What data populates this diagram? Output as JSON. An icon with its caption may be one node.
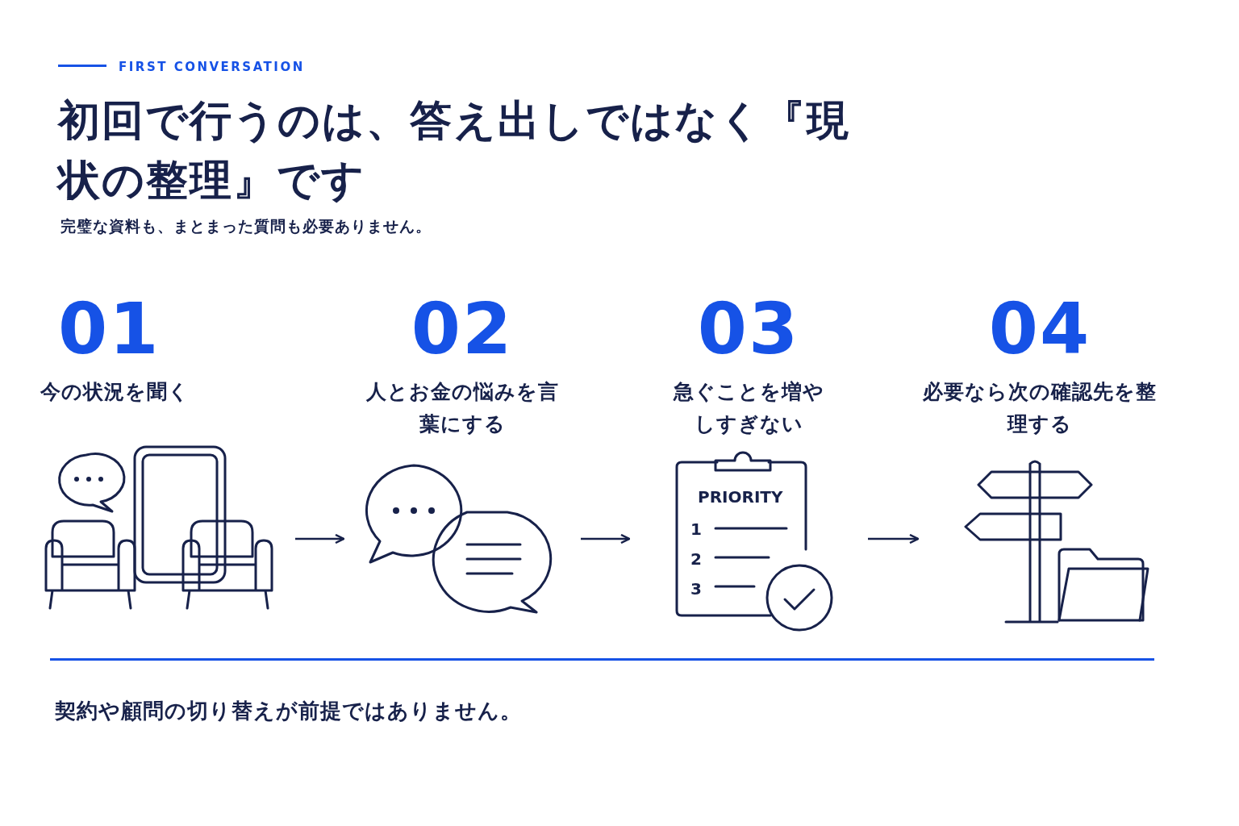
{
  "diagram": {
    "title": "初回で行うのは、答え出しではなく**『現状の整理』**です",
    "nodes": [
      {
        "text": [
          "01",
          "今の状況を聞く"
        ]
      },
      {
        "text": [
          "02",
          "人とお金の悩みを言葉にする"
        ]
      },
      {
        "text": [
          "03",
          "急ぐことを増やしすぎない"
        ]
      },
      {
        "text": [
          "04",
          "必要なら次の確認先を整理する"
        ]
      }
    ],
    "edges": [
      {
        "from": 0,
        "to": 1,
        "arrow": "to"
      },
      {
        "from": 1,
        "to": 2,
        "arrow": "to"
      },
      {
        "from": 2,
        "to": 3,
        "arrow": "to"
      }
    ],
    "labels": [
      "FIRST CONVERSATION",
      "完璧な資料も、まとまった質問も必要ありません。",
      "PRIORITY",
      "1",
      "2",
      "3",
      "契約や顧問の切り替えが前提ではありません。"
    ]
  }
}
